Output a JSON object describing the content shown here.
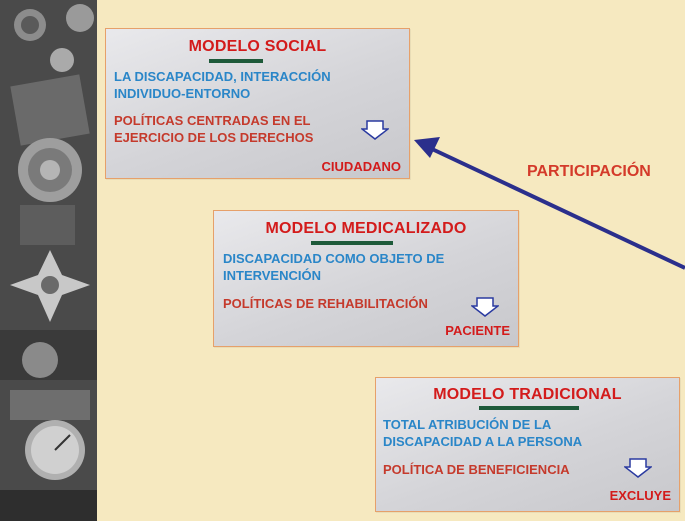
{
  "side_image": {
    "icon": "medal-photo-icon"
  },
  "boxes": {
    "social": {
      "title": "MODELO SOCIAL",
      "line1": "LA DISCAPACIDAD, INTERACCIÓN",
      "line2": "INDIVIDUO-ENTORNO",
      "line3": "POLÍTICAS CENTRADAS EN EL",
      "line4": "EJERCICIO DE LOS DERECHOS",
      "tag": "CIUDADANO"
    },
    "medicalizado": {
      "title": "MODELO MEDICALIZADO",
      "line1": "DISCAPACIDAD COMO OBJETO DE",
      "line2": "INTERVENCIÓN",
      "line3": "POLÍTICAS DE REHABILITACIÓN",
      "tag": "PACIENTE"
    },
    "tradicional": {
      "title": "MODELO TRADICIONAL",
      "line1": "TOTAL ATRIBUCIÓN DE LA",
      "line2": "DISCAPACIDAD A LA PERSONA",
      "line3": "POLÍTICA DE BENEFICIENCIA",
      "tag": "EXCLUYE"
    }
  },
  "participacion": "PARTICIPACIÓN",
  "colors": {
    "background": "#f6e9c0",
    "title_red": "#d31b1b",
    "text_blue": "#2a86c8",
    "text_red": "#c53a2c",
    "arrow_navy": "#2b2f8c",
    "underline_green": "#1e5a3a"
  }
}
